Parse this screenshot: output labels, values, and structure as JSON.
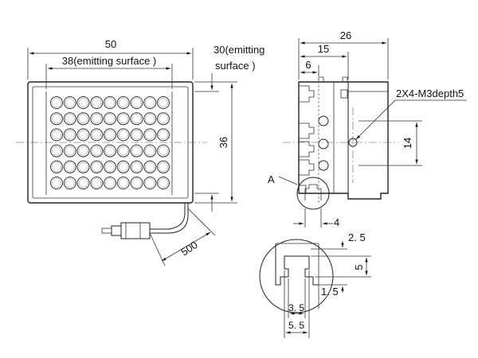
{
  "front_view": {
    "overall_width": "50",
    "emitting_width": "38(emitting surface )",
    "emitting_height_line1": "30(emitting",
    "emitting_height_line2": "surface )",
    "overall_height": "36",
    "cable_length": "500",
    "led_rows": 6,
    "led_cols": 9
  },
  "side_view": {
    "overall_depth": "26",
    "depth_15": "15",
    "depth_6": "6",
    "thread_spec": "2X4-M3depth5",
    "hole_spacing": "14",
    "detail_label": "A",
    "slot_width": "4"
  },
  "detail_view": {
    "dim_2_5": "2. 5",
    "dim_5": "5",
    "dim_1_5": "1. 5",
    "dim_3_5": "3. 5",
    "dim_5_5": "5. 5"
  }
}
